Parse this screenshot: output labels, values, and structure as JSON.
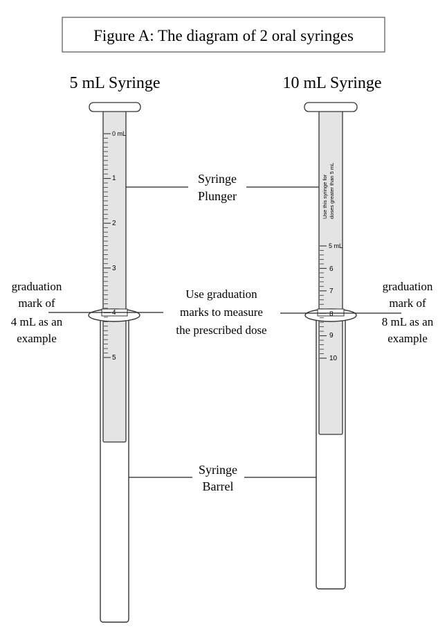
{
  "figure_title": "Figure A: The diagram of 2 oral syringes",
  "syringes": [
    {
      "title": "5 mL Syringe",
      "tick_labels": [
        "0 mL",
        "1",
        "2",
        "3",
        "4",
        "5"
      ]
    },
    {
      "title": "10 mL Syringe",
      "plunger_note_line1": "Use this syringe for",
      "plunger_note_line2": "doses greater than 5 mL",
      "tick_labels": [
        "5 mL",
        "6",
        "7",
        "8",
        "9",
        "10"
      ]
    }
  ],
  "labels": {
    "plunger": [
      "Syringe",
      "Plunger"
    ],
    "measure": [
      "Use graduation",
      "marks to measure",
      "the prescribed dose"
    ],
    "left_example": [
      "graduation",
      "mark of",
      "4 mL as an",
      "example"
    ],
    "right_example": [
      "graduation",
      "mark of",
      "8 mL as an",
      "example"
    ],
    "barrel": [
      "Syringe",
      "Barrel"
    ]
  },
  "colors": {
    "plunger_fill": "#e4e4e4",
    "barrel_fill": "#ffffff",
    "stroke": "#333333"
  }
}
